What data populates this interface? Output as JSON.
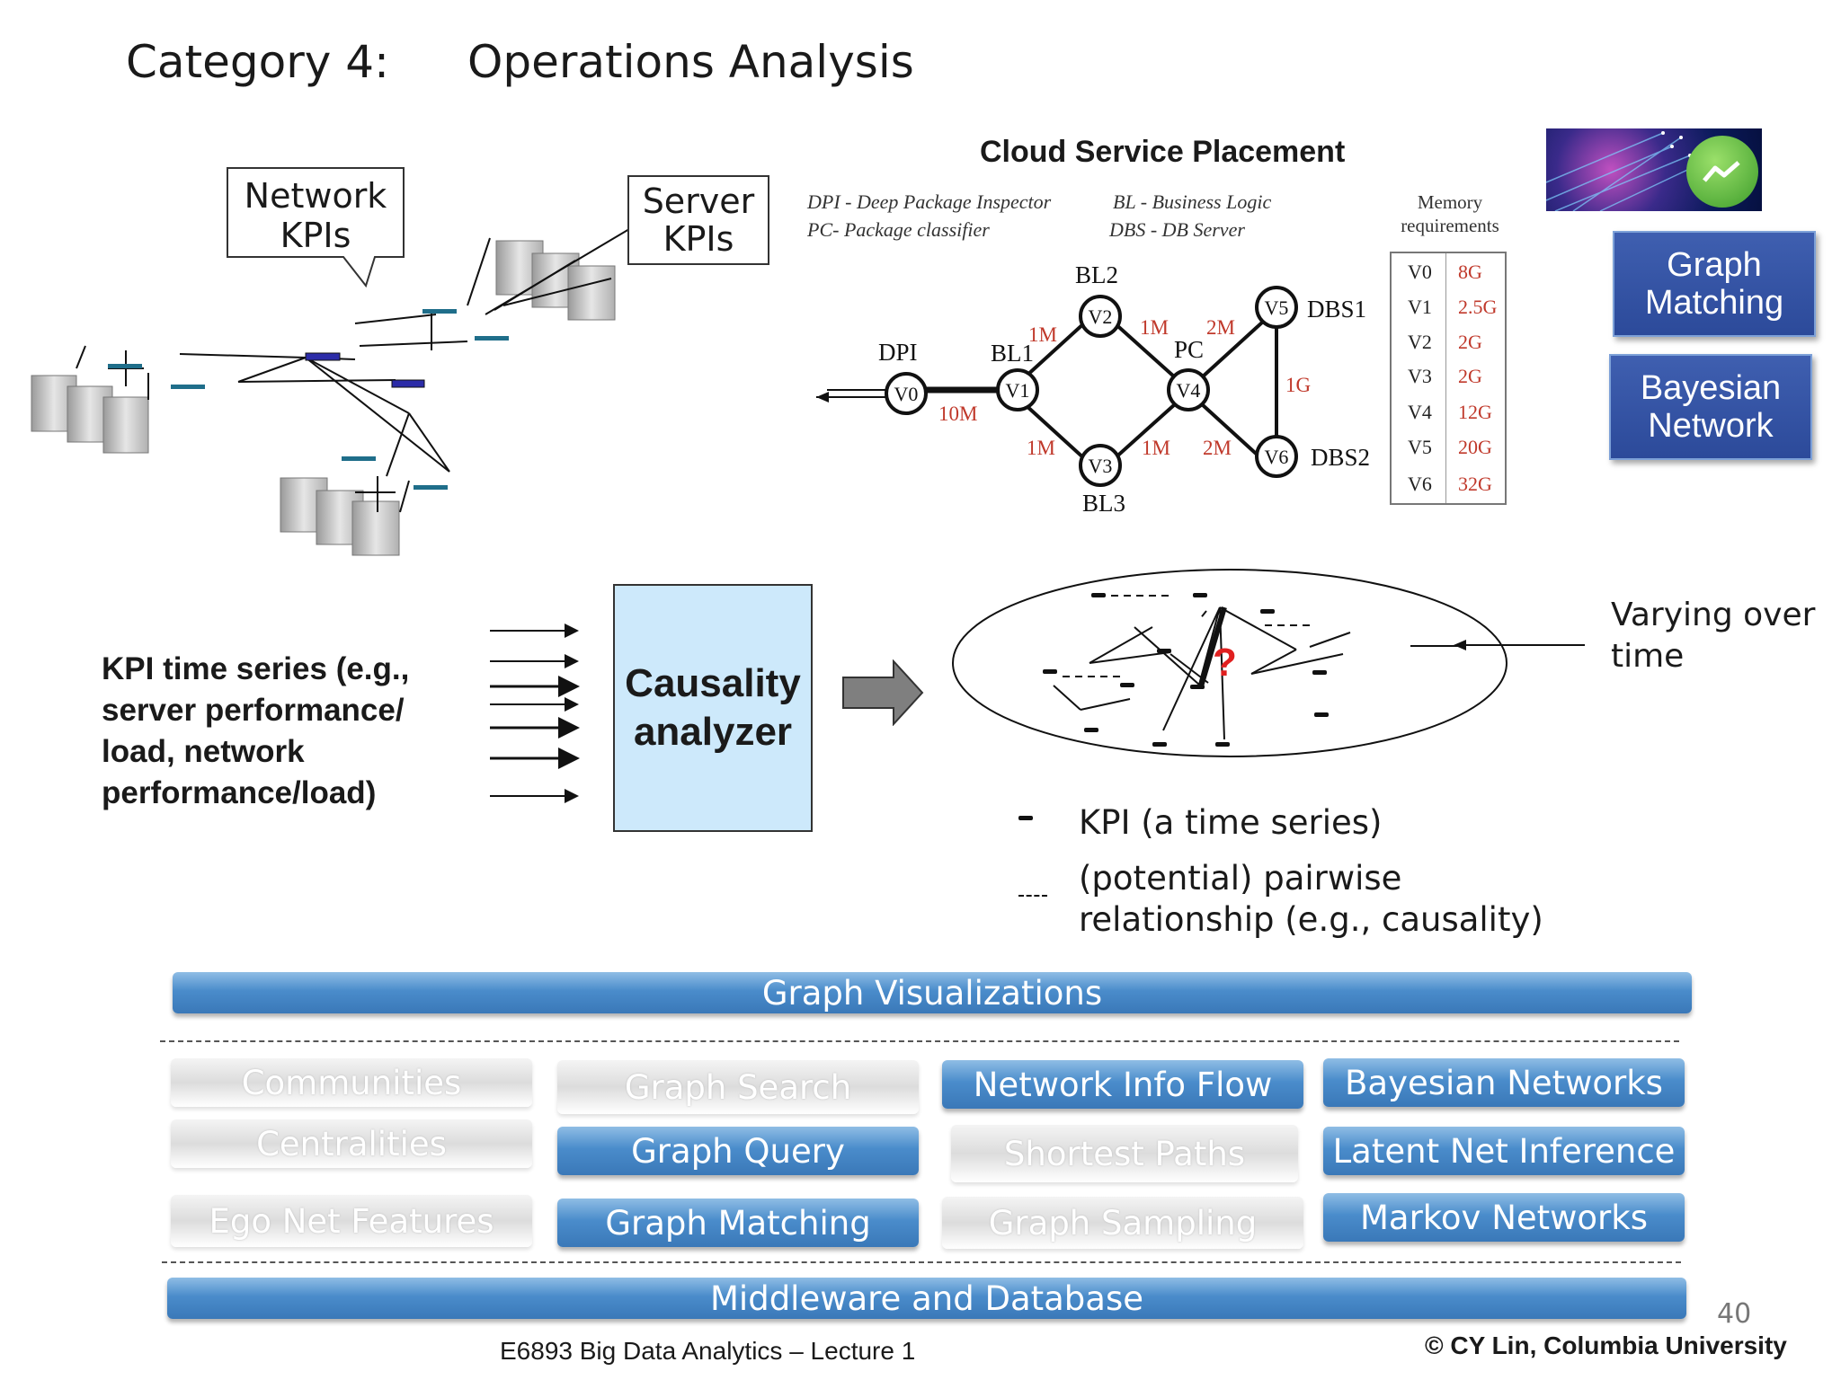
{
  "title": {
    "category": "Category 4:",
    "topic": "Operations Analysis"
  },
  "callouts": {
    "network_kpis": [
      "Network",
      "KPIs"
    ],
    "server_kpis": [
      "Server",
      "KPIs"
    ]
  },
  "cloud_service_placement": {
    "title": "Cloud Service Placement",
    "legend": {
      "dpi": "DPI - Deep Package Inspector",
      "bl": "BL  - Business Logic",
      "pc": "PC- Package classifier",
      "dbs": "DBS - DB Server"
    },
    "nodes": [
      {
        "id": "V0",
        "label": "DPI"
      },
      {
        "id": "V1",
        "label": "BL1"
      },
      {
        "id": "V2",
        "label": "BL2"
      },
      {
        "id": "V3",
        "label": "BL3"
      },
      {
        "id": "V4",
        "label": "PC"
      },
      {
        "id": "V5",
        "label": "DBS1"
      },
      {
        "id": "V6",
        "label": "DBS2"
      }
    ],
    "edges": [
      {
        "from": "V0",
        "to": "V1",
        "label": "10M"
      },
      {
        "from": "V1",
        "to": "V2",
        "label": "1M"
      },
      {
        "from": "V1",
        "to": "V3",
        "label": "1M"
      },
      {
        "from": "V2",
        "to": "V4",
        "label": "1M"
      },
      {
        "from": "V3",
        "to": "V4",
        "label": "1M"
      },
      {
        "from": "V4",
        "to": "V5",
        "label": "2M"
      },
      {
        "from": "V4",
        "to": "V6",
        "label": "2M"
      },
      {
        "from": "V5",
        "to": "V6",
        "label": "1G"
      }
    ],
    "memory": {
      "heading": [
        "Memory",
        "requirements"
      ],
      "rows": [
        {
          "node": "V0",
          "value": "8G"
        },
        {
          "node": "V1",
          "value": "2.5G"
        },
        {
          "node": "V2",
          "value": "2G"
        },
        {
          "node": "V3",
          "value": "2G"
        },
        {
          "node": "V4",
          "value": "12G"
        },
        {
          "node": "V5",
          "value": "20G"
        },
        {
          "node": "V6",
          "value": "32G"
        }
      ]
    }
  },
  "side_buttons": {
    "graph_matching": [
      "Graph",
      "Matching"
    ],
    "bayesian_network": [
      "Bayesian",
      "Network"
    ]
  },
  "kpi_time_series": [
    "KPI time series (e.g.,",
    "server performance/",
    "load, network",
    "performance/load)"
  ],
  "causality_analyzer": [
    "Causality",
    "analyzer"
  ],
  "causal_graph": {
    "question_mark": "?"
  },
  "varying_over_time": [
    "Varying over",
    "time"
  ],
  "legend": {
    "kpi": "KPI (a time series)",
    "pairwise": [
      "(potential) pairwise",
      "relationship (e.g., causality)"
    ]
  },
  "stack": {
    "top": "Graph Visualizations",
    "columns": [
      [
        "Communities",
        "Centralities",
        "Ego Net Features"
      ],
      [
        "Graph Search",
        "Graph Query",
        "Graph Matching"
      ],
      [
        "Network Info Flow",
        "Shortest Paths",
        "Graph Sampling"
      ],
      [
        "Bayesian Networks",
        "Latent Net Inference",
        "Markov Networks"
      ]
    ],
    "bottom": "Middleware and Database"
  },
  "colors": {
    "accent_blue": "#4a8ccb",
    "edge_label_red": "#c0392b",
    "analyzer_fill": "#cde9fb"
  },
  "footer": {
    "page_number": "40",
    "course": "E6893 Big Data Analytics – Lecture 1",
    "copyright": "© CY Lin, Columbia University"
  }
}
